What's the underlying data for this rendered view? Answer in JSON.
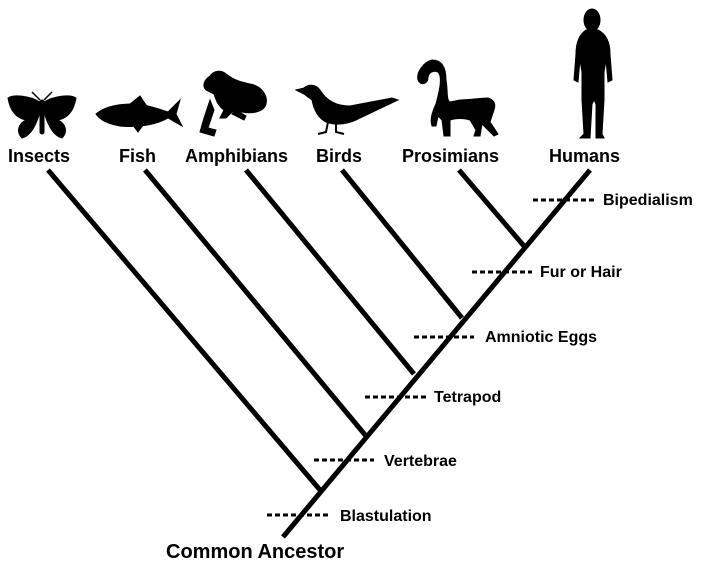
{
  "taxa": [
    {
      "label": "Insects",
      "icon": "butterfly-icon"
    },
    {
      "label": "Fish",
      "icon": "fish-icon"
    },
    {
      "label": "Amphibians",
      "icon": "frog-icon"
    },
    {
      "label": "Birds",
      "icon": "bird-icon"
    },
    {
      "label": "Prosimians",
      "icon": "lemur-icon"
    },
    {
      "label": "Humans",
      "icon": "human-icon"
    }
  ],
  "traits": [
    {
      "label": "Blastulation"
    },
    {
      "label": "Vertebrae"
    },
    {
      "label": "Tetrapod"
    },
    {
      "label": "Amniotic Eggs"
    },
    {
      "label": "Fur or Hair"
    },
    {
      "label": "Bipedialism"
    }
  ],
  "root_label": "Common Ancestor"
}
